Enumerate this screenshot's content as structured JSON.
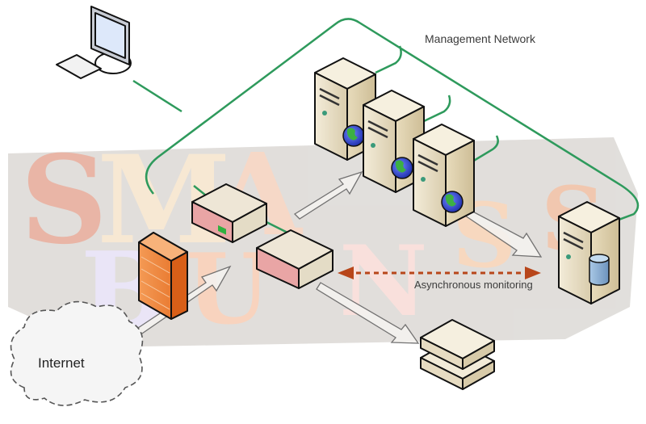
{
  "diagram": {
    "background_text": "SMALL BUSINESS",
    "labels": {
      "management_network": "Management Network",
      "async_monitoring": "Asynchronous monitoring",
      "internet": "Internet"
    },
    "nodes": [
      {
        "id": "workstation",
        "type": "desktop-computer"
      },
      {
        "id": "internet",
        "type": "cloud",
        "label": "Internet"
      },
      {
        "id": "firewall",
        "type": "firewall"
      },
      {
        "id": "router-1",
        "type": "network-appliance"
      },
      {
        "id": "router-2",
        "type": "network-appliance"
      },
      {
        "id": "web-server-1",
        "type": "web-server"
      },
      {
        "id": "web-server-2",
        "type": "web-server"
      },
      {
        "id": "web-server-3",
        "type": "web-server"
      },
      {
        "id": "db-server",
        "type": "database-server"
      },
      {
        "id": "storage-stack",
        "type": "stacked-appliance"
      }
    ],
    "edges": [
      {
        "from": "internet",
        "to": "firewall",
        "style": "block-arrow"
      },
      {
        "from": "firewall",
        "to": "router-2",
        "style": "block-arrow"
      },
      {
        "from": "router-1",
        "to": "web-server-2",
        "style": "block-arrow"
      },
      {
        "from": "web-server-3",
        "to": "db-server",
        "style": "block-arrow"
      },
      {
        "from": "router-2",
        "to": "storage-stack",
        "style": "block-arrow"
      },
      {
        "from": "router-2",
        "to": "db-server",
        "style": "dashed-bidirectional",
        "label": "Asynchronous monitoring"
      },
      {
        "from": "workstation",
        "to": "management-network",
        "style": "green-line"
      }
    ],
    "colors": {
      "management_line": "#2e9a5c",
      "async_arrow": "#b8461a",
      "firewall": "#f08a3c",
      "server_body": "#efe6cf",
      "appliance_front": "#e8a0a0",
      "globe_blue": "#3a55d8",
      "globe_green": "#3cb043",
      "db_cylinder": "#8fb6d8"
    }
  }
}
